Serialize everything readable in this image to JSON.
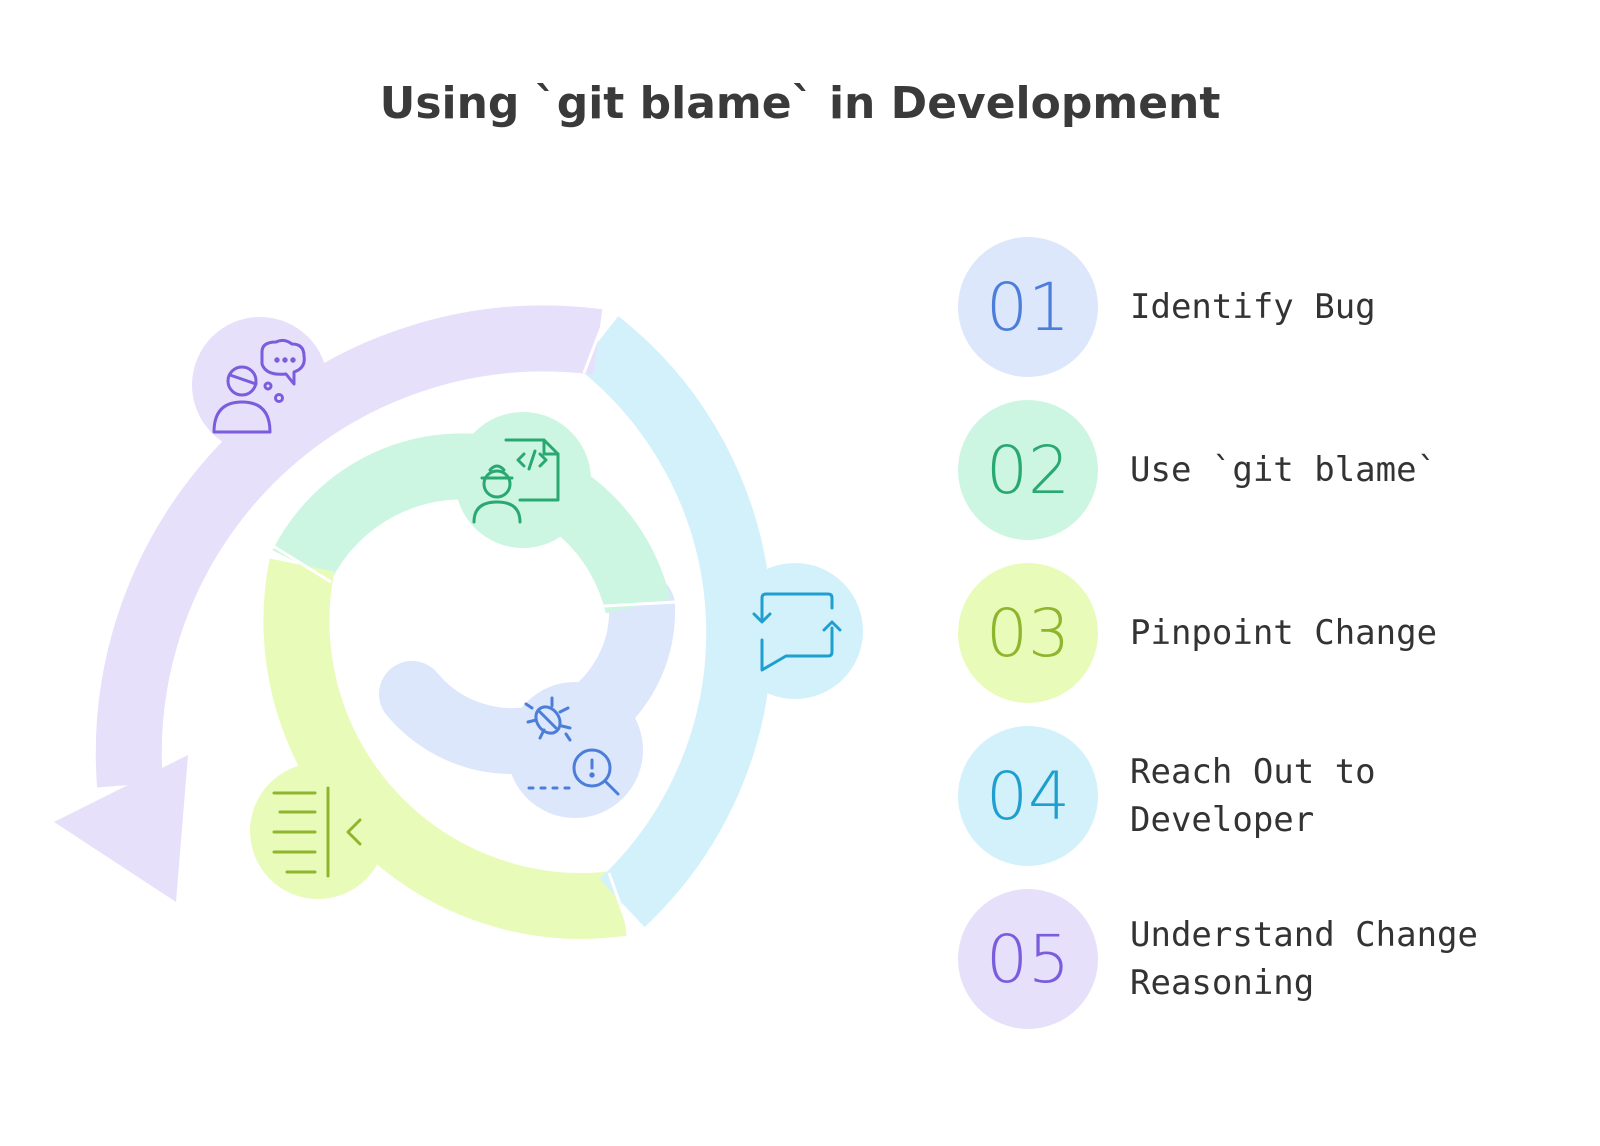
{
  "title": "Using `git blame` in Development",
  "steps": [
    {
      "number": "01",
      "label": "Identify Bug",
      "circle_color": "#dce7fb",
      "number_color": "#4c7ed9"
    },
    {
      "number": "02",
      "label": "Use `git blame`",
      "circle_color": "#ccf6e2",
      "number_color": "#2aa872"
    },
    {
      "number": "03",
      "label": "Pinpoint Change",
      "circle_color": "#e9fbb9",
      "number_color": "#8eb52d"
    },
    {
      "number": "04",
      "label": "Reach Out to\nDeveloper",
      "circle_color": "#d3f1fb",
      "number_color": "#1f9fcf"
    },
    {
      "number": "05",
      "label": "Understand Change\nReasoning",
      "circle_color": "#e6e0fb",
      "number_color": "#7a5cdc"
    }
  ],
  "colors": {
    "blue": "#dce7fb",
    "green": "#ccf6e2",
    "lime": "#e9fbb9",
    "cyan": "#d3f1fb",
    "purple": "#e6e0fb",
    "icon_blue": "#4c7ed9",
    "icon_green": "#2aa872",
    "icon_lime": "#8eb52d",
    "icon_cyan": "#1f9fcf",
    "icon_purple": "#7a5cdc"
  },
  "icons": [
    "bug-search-icon",
    "developer-code-icon",
    "list-collapse-icon",
    "chat-refresh-icon",
    "person-thinking-icon"
  ]
}
